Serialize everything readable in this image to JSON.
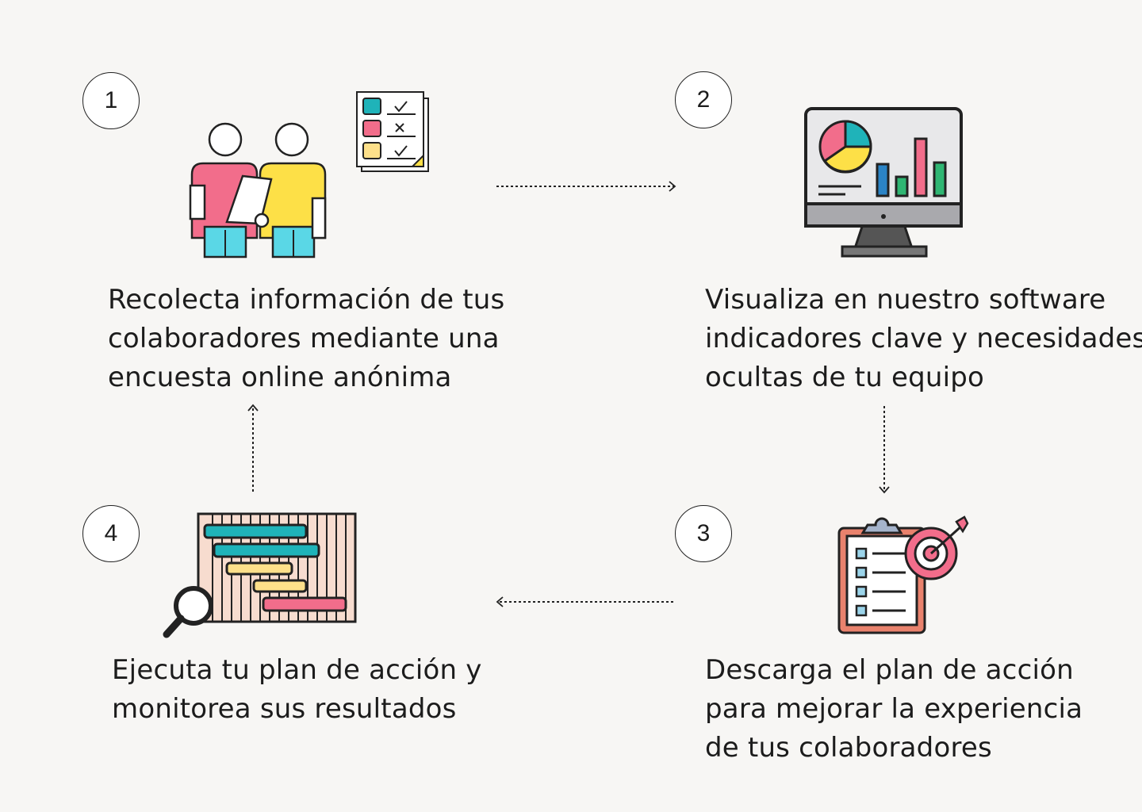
{
  "steps": [
    {
      "number": "1",
      "lines": [
        "Recolecta información de tus",
        "colaboradores mediante una",
        "encuesta online anónima"
      ],
      "illustration": "survey-people-icon"
    },
    {
      "number": "2",
      "lines": [
        "Visualiza en nuestro software",
        "indicadores clave y necesidades",
        "ocultas de tu equipo"
      ],
      "illustration": "analytics-monitor-icon"
    },
    {
      "number": "3",
      "lines": [
        "Descarga el plan de acción",
        "para mejorar la experiencia",
        "de tus colaboradores"
      ],
      "illustration": "clipboard-target-icon"
    },
    {
      "number": "4",
      "lines": [
        "Ejecuta tu plan de acción y",
        "monitorea sus resultados"
      ],
      "illustration": "gantt-magnifier-icon"
    }
  ],
  "flow": [
    "1→2",
    "2→3",
    "3→4",
    "4→1"
  ],
  "colors": {
    "background": "#f7f6f4",
    "teal": "#1fb3b9",
    "pink": "#f26d8b",
    "yellow": "#fde047",
    "dark": "#2b2b2b"
  }
}
